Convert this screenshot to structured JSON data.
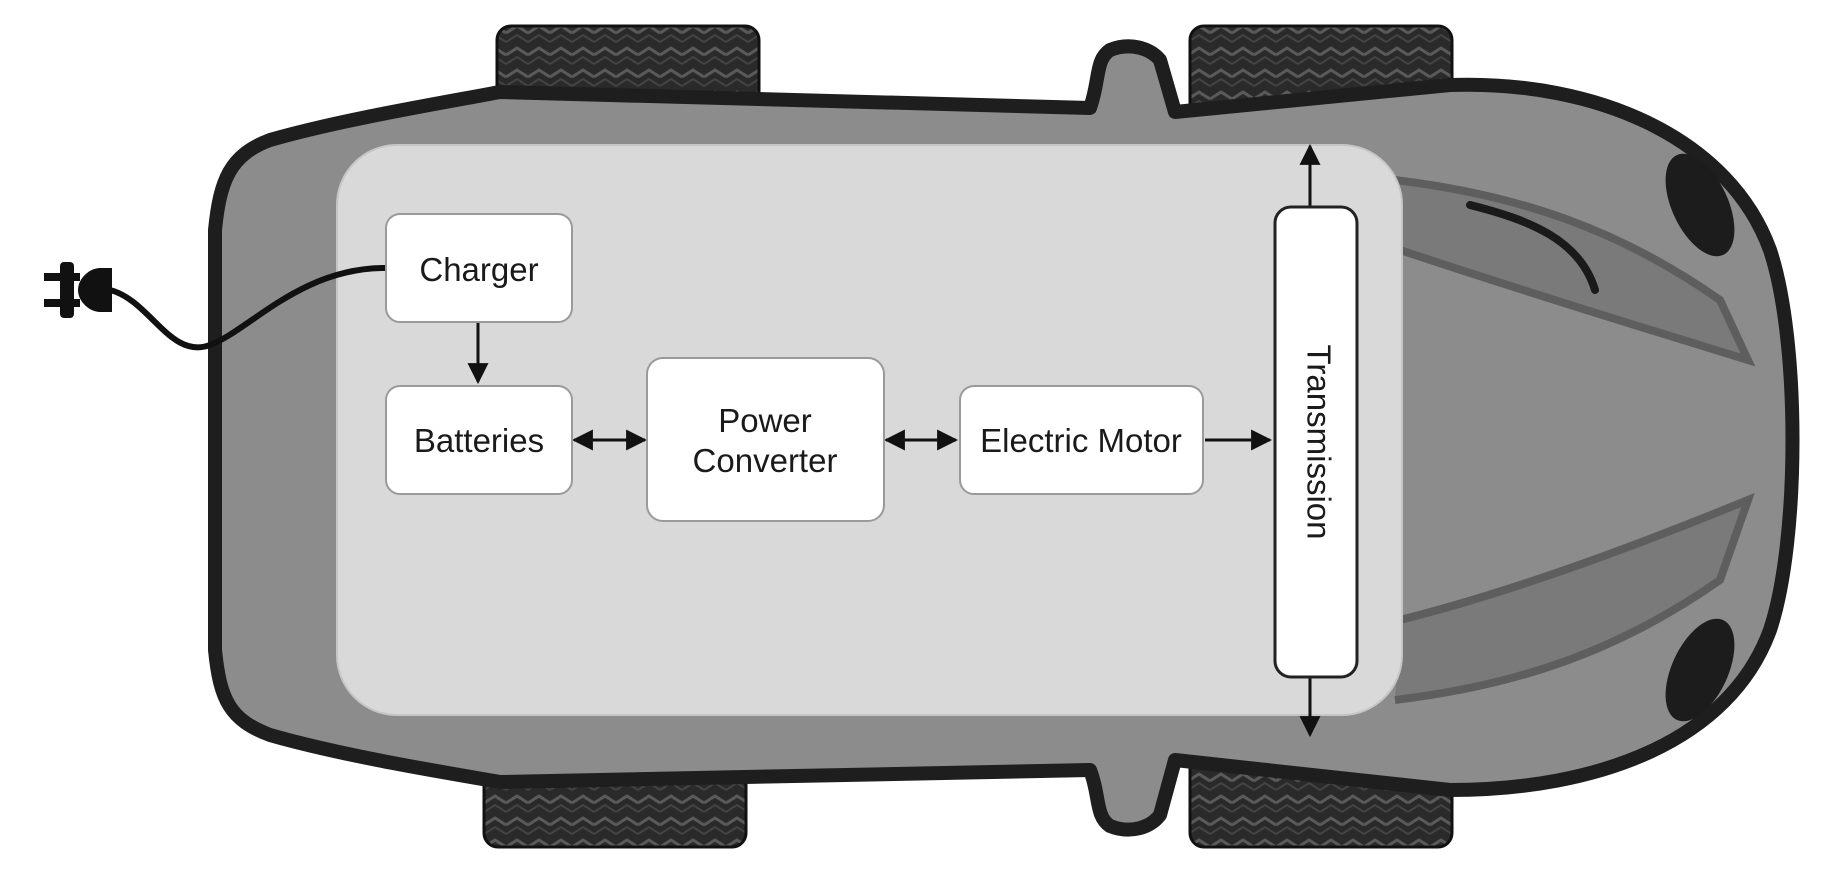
{
  "diagram": {
    "nodes": {
      "charger": "Charger",
      "batteries": "Batteries",
      "power_converter_line1": "Power",
      "power_converter_line2": "Converter",
      "electric_motor": "Electric Motor",
      "transmission": "Transmission"
    },
    "edges": [
      {
        "from": "charger",
        "to": "batteries",
        "direction": "one-way"
      },
      {
        "from": "batteries",
        "to": "power_converter",
        "direction": "two-way"
      },
      {
        "from": "power_converter",
        "to": "electric_motor",
        "direction": "two-way"
      },
      {
        "from": "electric_motor",
        "to": "transmission",
        "direction": "one-way"
      },
      {
        "from": "transmission",
        "to": "front-wheels",
        "direction": "one-way"
      }
    ],
    "colors": {
      "car_body": "#8c8c8c",
      "car_outline": "#1e1e1e",
      "chassis_panel": "#d9d9d9",
      "node_fill": "#ffffff",
      "node_stroke": "#9a9a9a",
      "tire": "#2a2a2a"
    },
    "icons": [
      "power-plug-icon",
      "car-top-view-icon",
      "tire-icon"
    ]
  }
}
